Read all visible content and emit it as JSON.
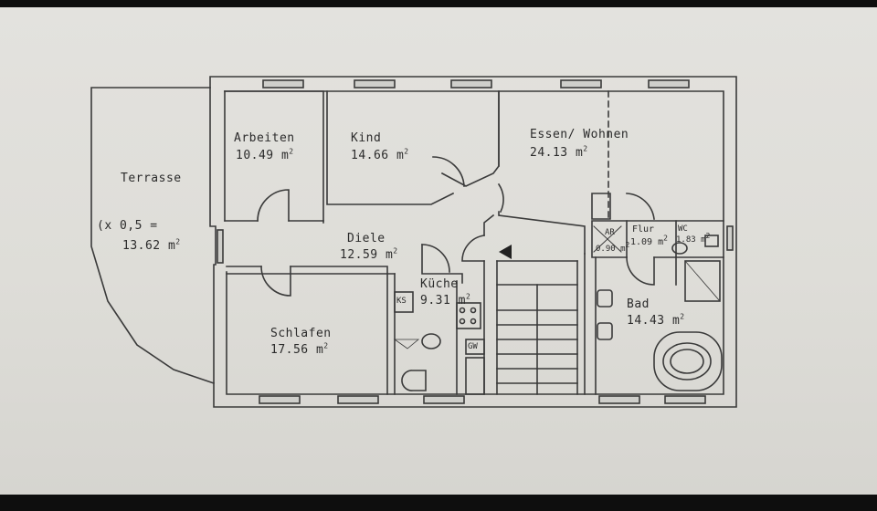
{
  "rooms": {
    "arbeiten": {
      "name": "Arbeiten",
      "area": "10.49 m",
      "unit_sup": "2"
    },
    "kind": {
      "name": "Kind",
      "area": "14.66 m",
      "unit_sup": "2"
    },
    "essen": {
      "name": "Essen/ Wohnen",
      "area": "24.13 m",
      "unit_sup": "2"
    },
    "terrasse": {
      "name": "Terrasse",
      "factor": "(x 0,5 =",
      "area": "13.62 m",
      "unit_sup": "2"
    },
    "diele": {
      "name": "Diele",
      "area": "12.59 m",
      "unit_sup": "2"
    },
    "kueche": {
      "name": "Küche",
      "area": "9.31 m",
      "unit_sup": "2"
    },
    "schlafen": {
      "name": "Schlafen",
      "area": "17.56 m",
      "unit_sup": "2"
    },
    "flur": {
      "name": "Flur",
      "area": "1.09 m",
      "unit_sup": "2"
    },
    "wc": {
      "name": "WC",
      "area": "1.83 m",
      "unit_sup": "2"
    },
    "ar": {
      "name": "AR",
      "area": "0.90 m",
      "unit_sup": "2"
    },
    "bad": {
      "name": "Bad",
      "area": "14.43 m",
      "unit_sup": "2"
    }
  },
  "fixtures": {
    "ks": "KS",
    "gw": "GW"
  },
  "colors": {
    "wall": "#3a3a3a",
    "paper": "#e0dfdb",
    "ink": "#2b2b2b"
  }
}
